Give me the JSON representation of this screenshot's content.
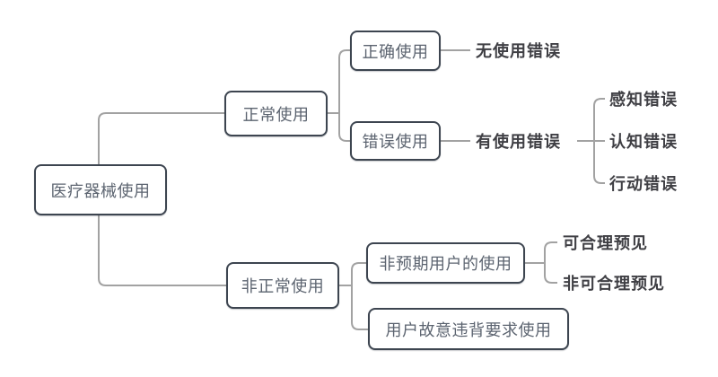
{
  "diagram": {
    "root": {
      "label": "医疗器械使用"
    },
    "nodes": {
      "normal_use": {
        "label": "正常使用"
      },
      "correct_use": {
        "label": "正确使用"
      },
      "no_use_error": {
        "label": "无使用错误"
      },
      "erroneous_use": {
        "label": "错误使用"
      },
      "has_use_error": {
        "label": "有使用错误"
      },
      "perception_error": {
        "label": "感知错误"
      },
      "cognition_error": {
        "label": "认知错误"
      },
      "action_error": {
        "label": "行动错误"
      },
      "abnormal_use": {
        "label": "非正常使用"
      },
      "unintended_user_use": {
        "label": "非预期用户的使用"
      },
      "reasonably_foreseeable": {
        "label": "可合理预见"
      },
      "not_reasonably_foreseeable": {
        "label": "非可合理预见"
      },
      "intentional_violation_use": {
        "label": "用户故意违背要求使用"
      }
    },
    "colors": {
      "box_border": "#3d4550",
      "box_text": "#5c6470",
      "leaf_text": "#3f3f44",
      "connector": "#a2a2a2",
      "background": "#ffffff"
    }
  }
}
